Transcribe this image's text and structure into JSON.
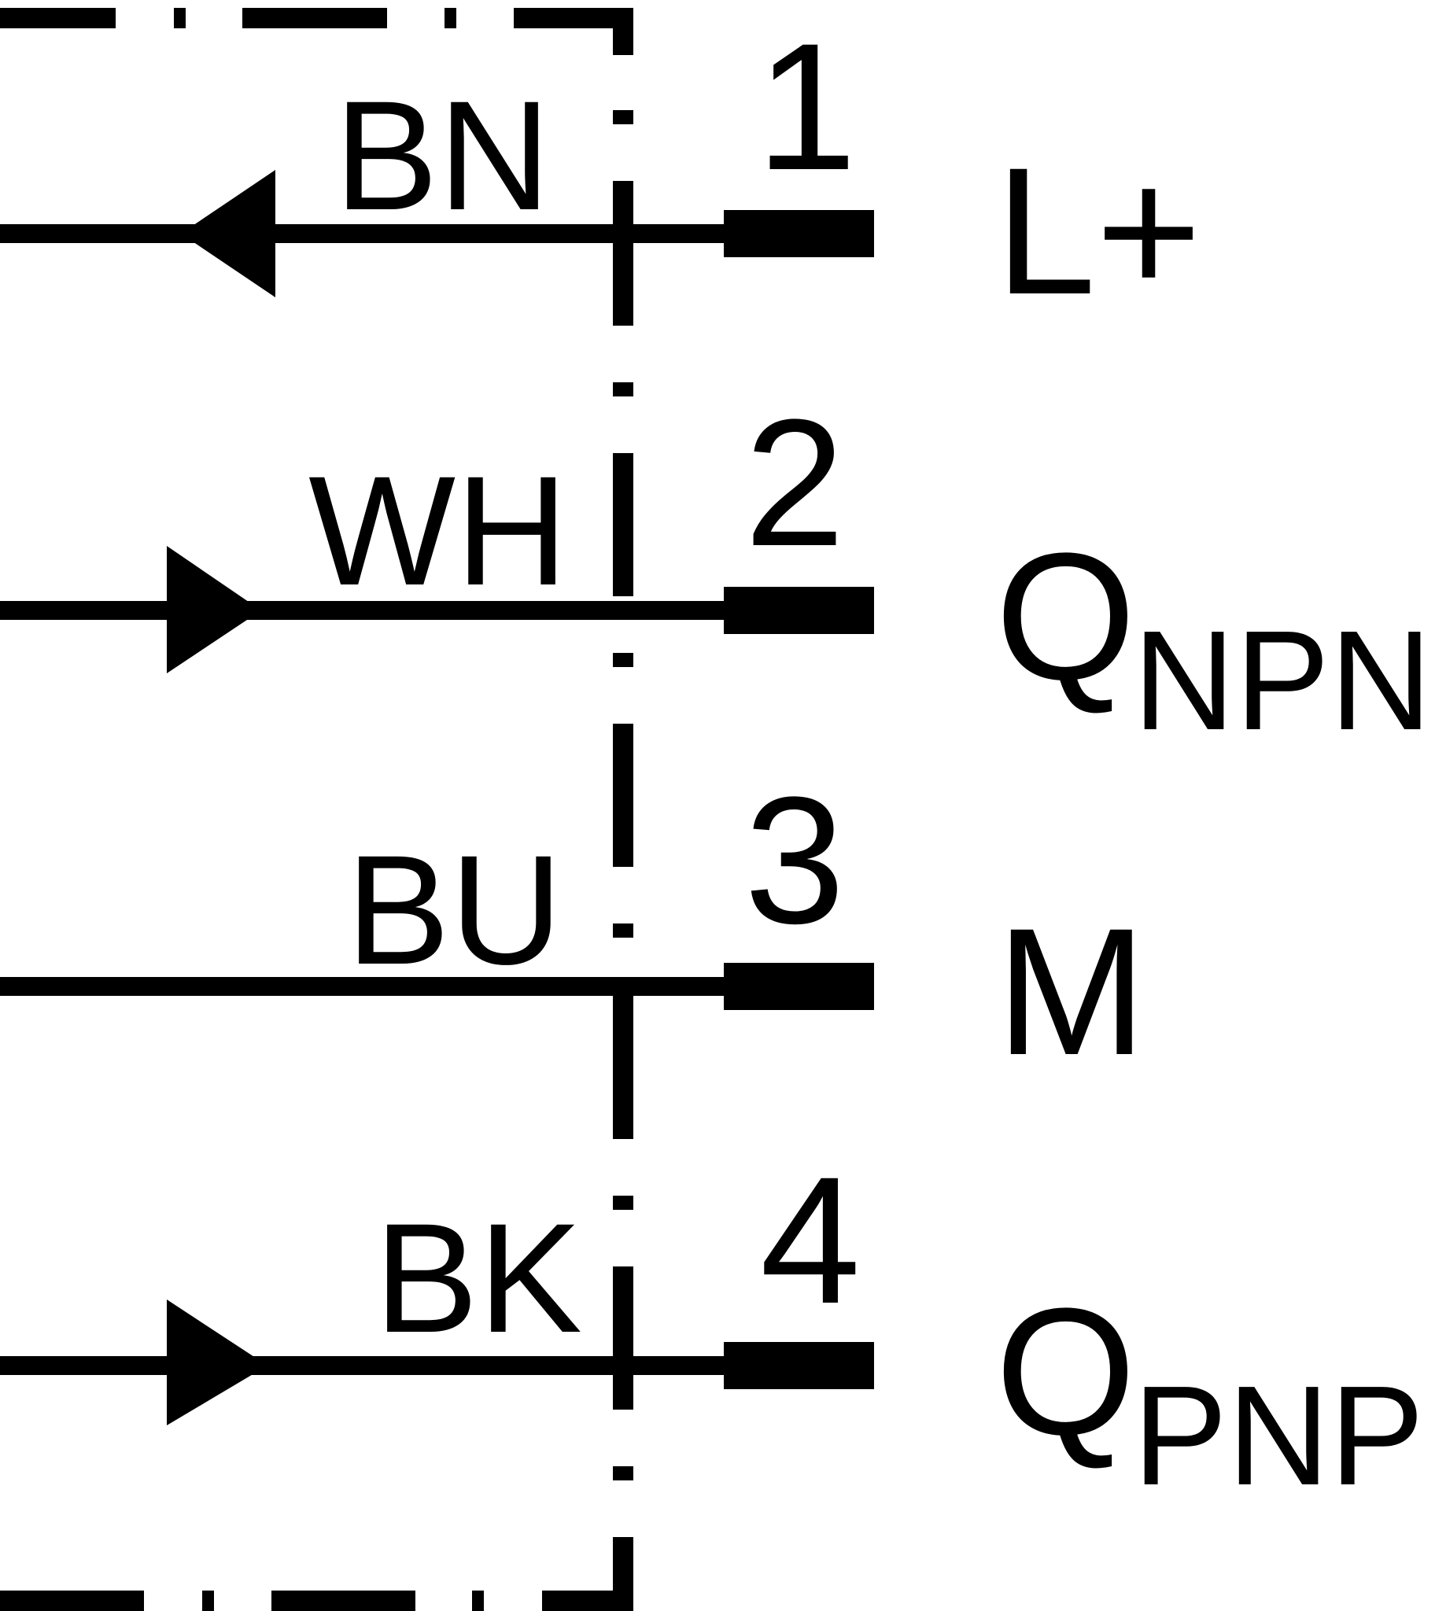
{
  "colors": {
    "ink": "#000000",
    "background": "#ffffff"
  },
  "pins": [
    {
      "number": "1",
      "wire": "BN",
      "signal": "L",
      "signal_suffix": "+",
      "arrow": "left"
    },
    {
      "number": "2",
      "wire": "WH",
      "signal": "Q",
      "signal_sub": "NPN",
      "arrow": "right"
    },
    {
      "number": "3",
      "wire": "BU",
      "signal": "M",
      "arrow": "none"
    },
    {
      "number": "4",
      "wire": "BK",
      "signal": "Q",
      "signal_sub": "PNP",
      "arrow": "right"
    }
  ]
}
